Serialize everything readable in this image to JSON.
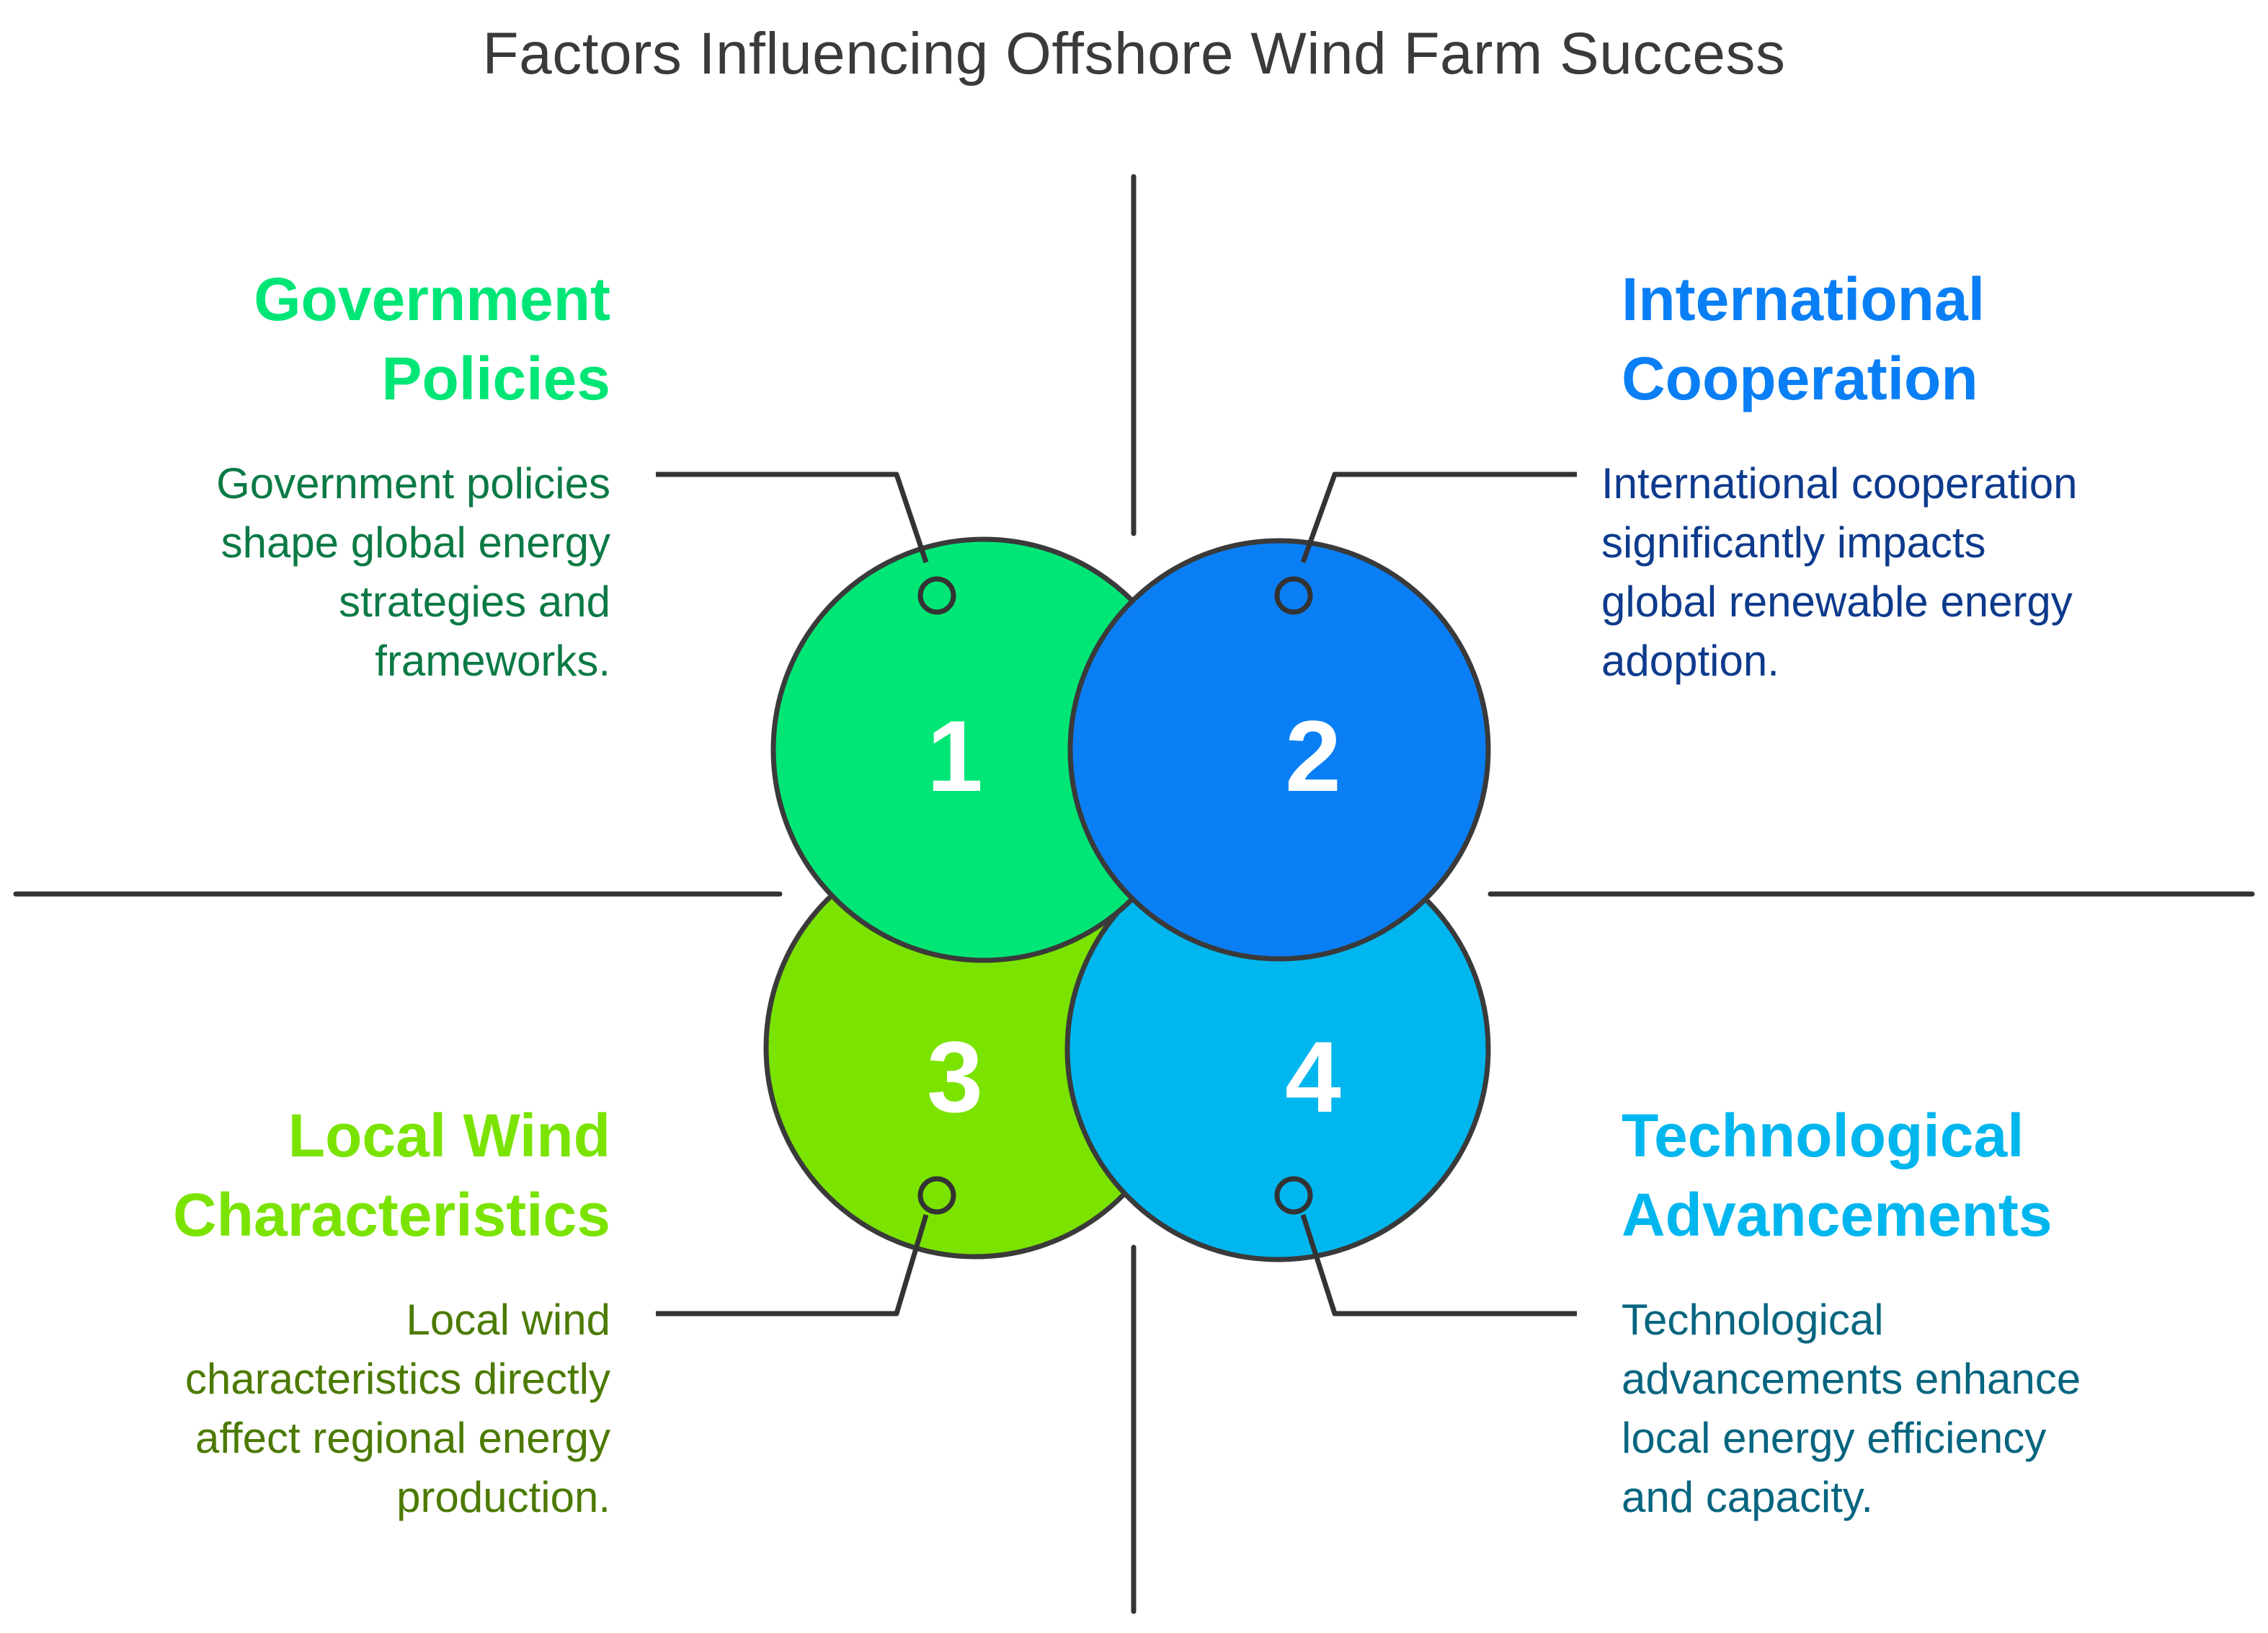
{
  "title": "Factors Influencing Offshore Wind Farm Success",
  "colors": {
    "line": "#333333",
    "circle_outline": "#3a3a3a",
    "number_text": "#ffffff"
  },
  "factors": [
    {
      "number": "1",
      "heading": "Government\nPolicies",
      "description": "Government policies\nshape global energy\nstrategies and\nframeworks.",
      "circle_color": "#00E676",
      "heading_color": "#00E676",
      "description_color": "#0B7A45"
    },
    {
      "number": "2",
      "heading": "International\nCooperation",
      "description": "International cooperation\nsignificantly impacts\nglobal renewable energy\nadoption.",
      "circle_color": "#0A7FF5",
      "heading_color": "#0A7FF5",
      "description_color": "#0D3A8C"
    },
    {
      "number": "3",
      "heading": "Local Wind\nCharacteristics",
      "description": "Local wind\ncharacteristics directly\naffect regional energy\nproduction.",
      "circle_color": "#7BE300",
      "heading_color": "#7BE300",
      "description_color": "#4C7A00"
    },
    {
      "number": "4",
      "heading": "Technological\nAdvancements",
      "description": "Technological\nadvancements enhance\nlocal energy efficiency\nand capacity.",
      "circle_color": "#00B6EE",
      "heading_color": "#00B6EE",
      "description_color": "#06657F"
    }
  ]
}
